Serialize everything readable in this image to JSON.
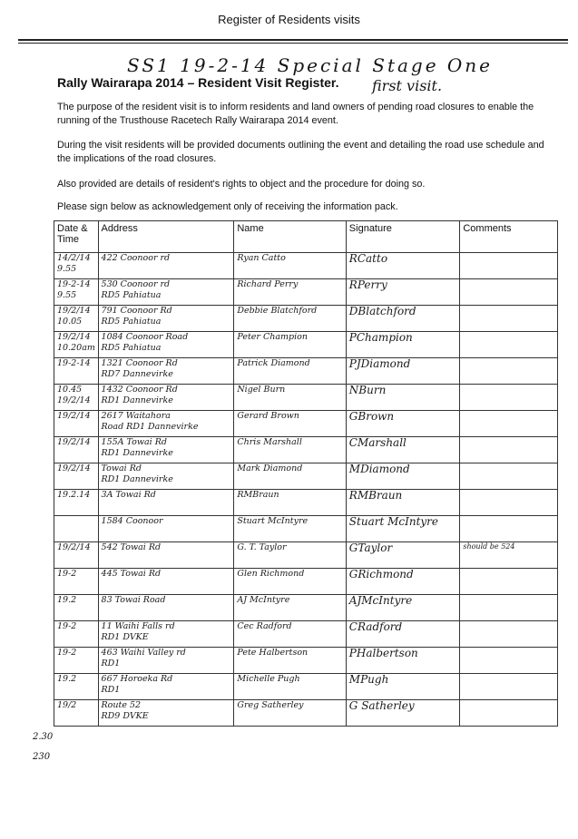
{
  "header": {
    "title": "Register of Residents visits"
  },
  "handwritten": {
    "note_line1": "SS1    19-2-14    Special Stage One",
    "note_line2": "first visit."
  },
  "form": {
    "title": "Rally Wairarapa 2014 – Resident Visit Register.",
    "paragraphs": [
      "The purpose of the resident visit is to inform residents and land owners of pending road closures to enable the running of the Trusthouse Racetech Rally Wairarapa 2014 event.",
      "During the visit residents will be provided documents outlining the event and detailing the road use schedule and the implications of the road closures.",
      "Also provided are details of resident's rights to object and the procedure for doing so.",
      "Please sign below as acknowledgement only of receiving the information pack."
    ]
  },
  "table": {
    "columns": [
      "Date & Time",
      "Address",
      "Name",
      "Signature",
      "Comments"
    ],
    "rows": [
      {
        "date": "14/2/14\n9.55",
        "address": "422 Coonoor rd",
        "name": "Ryan Catto",
        "signature": "RCatto",
        "comments": ""
      },
      {
        "date": "19-2-14\n9.55",
        "address": "530 Coonoor rd\nRD5 Pahiatua",
        "name": "Richard Perry",
        "signature": "RPerry",
        "comments": ""
      },
      {
        "date": "19/2/14\n10.05",
        "address": "791 Coonoor Rd\nRD5 Pahiatua",
        "name": "Debbie Blatchford",
        "signature": "DBlatchford",
        "comments": ""
      },
      {
        "date": "19/2/14\n10.20am",
        "address": "1084 Coonoor Road\nRD5 Pahiatua",
        "name": "Peter Champion",
        "signature": "PChampion",
        "comments": ""
      },
      {
        "date": "19-2-14",
        "address": "1321 Coonoor Rd\nRD7 Dannevirke",
        "name": "Patrick Diamond",
        "signature": "PJDiamond",
        "comments": ""
      },
      {
        "date": "10.45\n19/2/14",
        "address": "1432 Coonoor Rd\nRD1 Dannevirke",
        "name": "Nigel Burn",
        "signature": "NBurn",
        "comments": ""
      },
      {
        "date": "19/2/14",
        "address": "2617 Waitahora\nRoad RD1 Dannevirke",
        "name": "Gerard Brown",
        "signature": "GBrown",
        "comments": ""
      },
      {
        "date": "19/2/14",
        "address": "155A Towai Rd\nRD1 Dannevirke",
        "name": "Chris Marshall",
        "signature": "CMarshall",
        "comments": ""
      },
      {
        "date": "19/2/14",
        "address": "Towai Rd\nRD1 Dannevirke",
        "name": "Mark Diamond",
        "signature": "MDiamond",
        "comments": ""
      },
      {
        "date": "19.2.14",
        "address": "3A Towai Rd",
        "name": "RMBraun",
        "signature": "RMBraun",
        "comments": ""
      },
      {
        "date": "",
        "address": "1584 Coonoor",
        "name": "Stuart McIntyre",
        "signature": "Stuart McIntyre",
        "comments": ""
      },
      {
        "date": "19/2/14",
        "address": "542 Towai Rd",
        "name": "G. T. Taylor",
        "signature": "GTaylor",
        "comments": "should be 524"
      },
      {
        "date": "19-2",
        "address": "445 Towai Rd",
        "name": "Glen Richmond",
        "signature": "GRichmond",
        "comments": ""
      },
      {
        "date": "19.2",
        "address": "83 Towai Road",
        "name": "AJ McIntyre",
        "signature": "AJMcIntyre",
        "comments": ""
      },
      {
        "date": "19-2",
        "address": "11 Waihi Falls rd\nRD1 DVKE",
        "name": "Cec Radford",
        "signature": "CRadford",
        "comments": ""
      },
      {
        "date": "19-2",
        "address": "463 Waihi Valley rd\nRD1",
        "name": "Pete Halbertson",
        "signature": "PHalbertson",
        "comments": ""
      },
      {
        "date": "19.2",
        "address": "667 Horoeka Rd\nRD1",
        "name": "Michelle Pugh",
        "signature": "MPugh",
        "comments": ""
      },
      {
        "date": "19/2",
        "address": "Route 52\nRD9 DVKE",
        "name": "Greg Satherley",
        "signature": "G Satherley",
        "comments": ""
      }
    ]
  },
  "margin_note": "2.30\n230"
}
